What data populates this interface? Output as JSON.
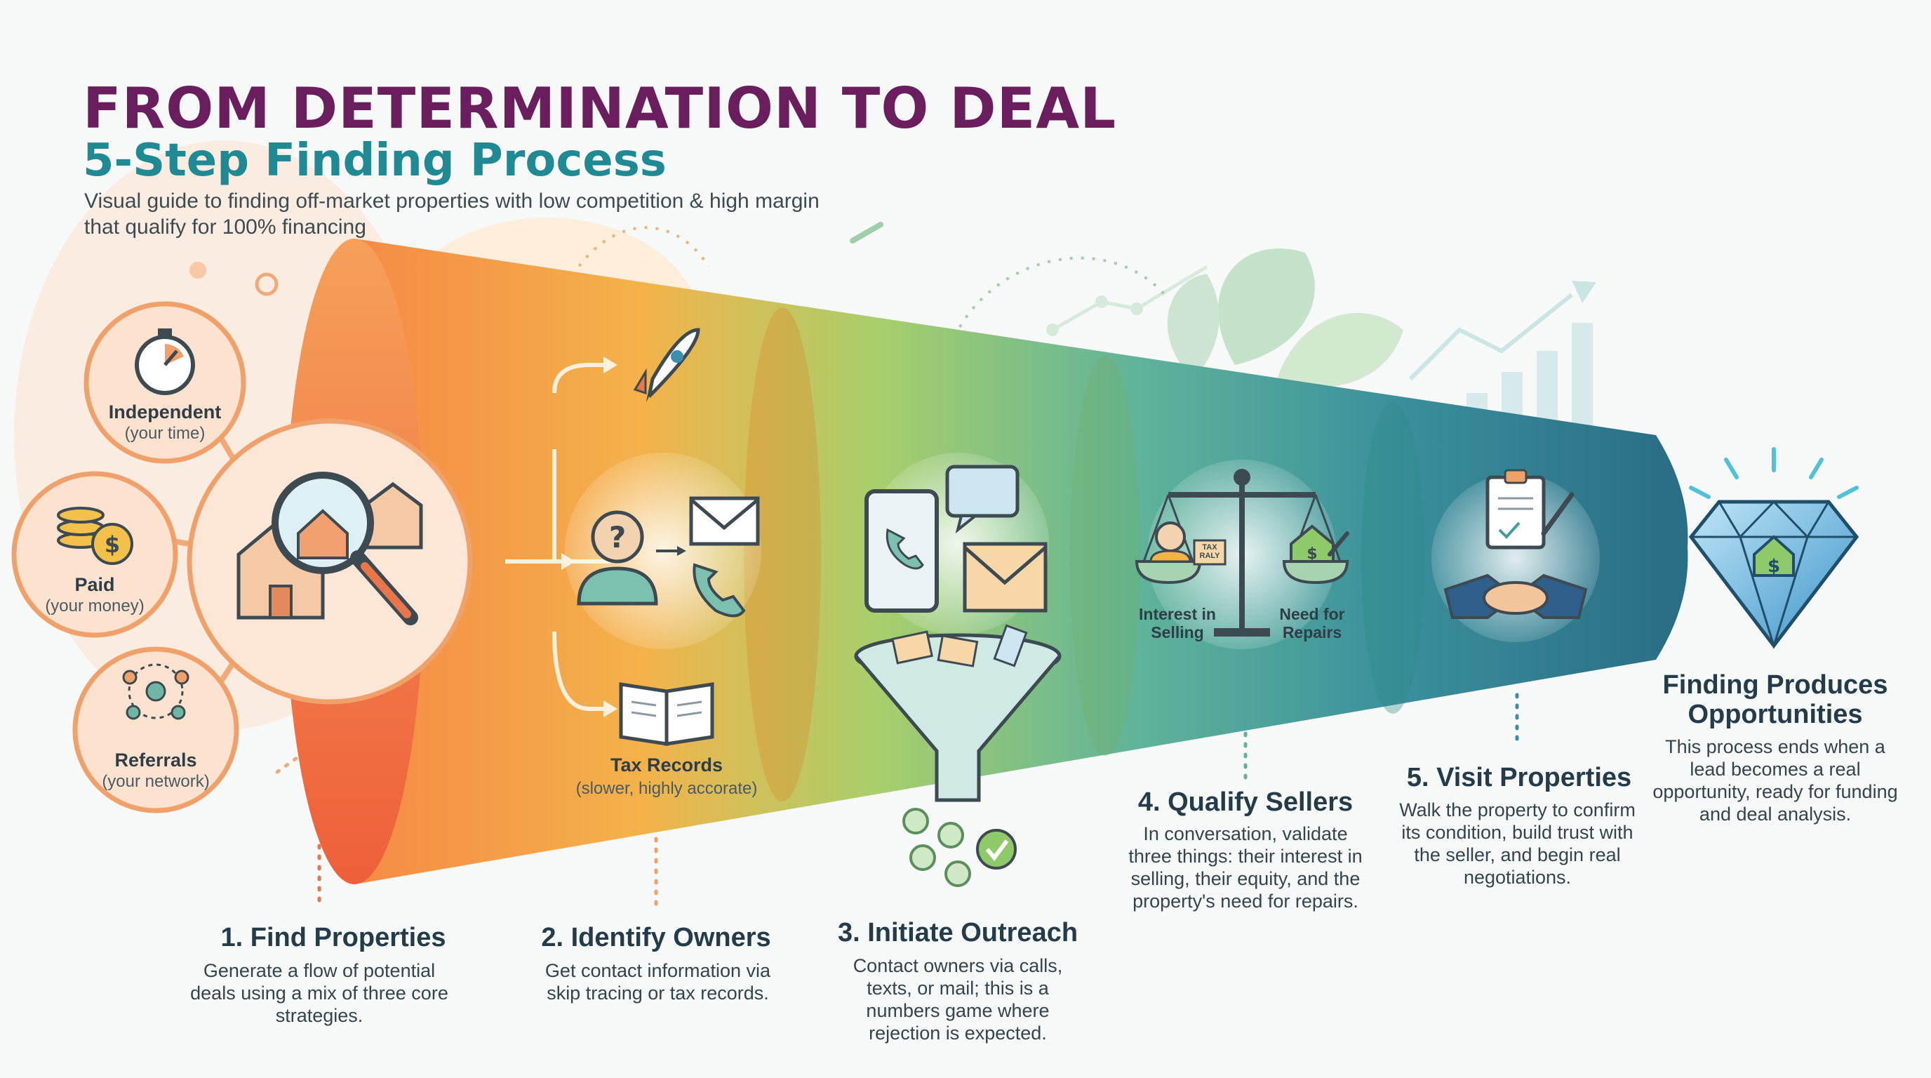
{
  "header": {
    "title": "FROM DETERMINATION TO DEAL",
    "subtitle": "5-Step Finding Process",
    "description": "Visual guide to finding off-market properties with low competition & high margin that qualify for 100% financing"
  },
  "strategies": [
    {
      "label": "Independent",
      "sub": "(your time)",
      "icon": "stopwatch-icon"
    },
    {
      "label": "Paid",
      "sub": "(your money)",
      "icon": "coins-icon"
    },
    {
      "label": "Referrals",
      "sub": "(your network)",
      "icon": "network-icon"
    }
  ],
  "step2_inner": {
    "tax_records_label": "Tax Records",
    "tax_records_sub": "(slower, highly accorate)"
  },
  "step4_inner": {
    "scale_left": "Interest in Selling",
    "scale_right": "Need for Repairs",
    "sign_text": "TAX RALY"
  },
  "steps": [
    {
      "title": "1. Find Properties",
      "body": "Generate a flow of potential deals using a mix of three core strategies."
    },
    {
      "title": "2. Identify Owners",
      "body": "Get contact information via skip tracing or tax records."
    },
    {
      "title": "3. Initiate Outreach",
      "body": "Contact owners via calls, texts, or mail; this is a numbers game where rejection is expected."
    },
    {
      "title": "4. Qualify Sellers",
      "body": "In conversation, validate three things: their interest in selling, their equity, and the property's need for repairs."
    },
    {
      "title": "5. Visit Properties",
      "body": "Walk the property to confirm its condition, build trust with the seller, and begin real negotiations."
    }
  ],
  "outcome": {
    "title": "Finding Produces Opportunities",
    "body": "This process ends when a lead becomes a real opportunity, ready for funding and deal analysis.",
    "icon": "diamond-icon"
  },
  "colors": {
    "title": "#6b1e5e",
    "subtitle": "#1f8a93",
    "orange": "#f07a3c",
    "yellow": "#f2b544",
    "green": "#8ec96a",
    "teal": "#3e9c9a",
    "dark_teal": "#2a6f86"
  }
}
